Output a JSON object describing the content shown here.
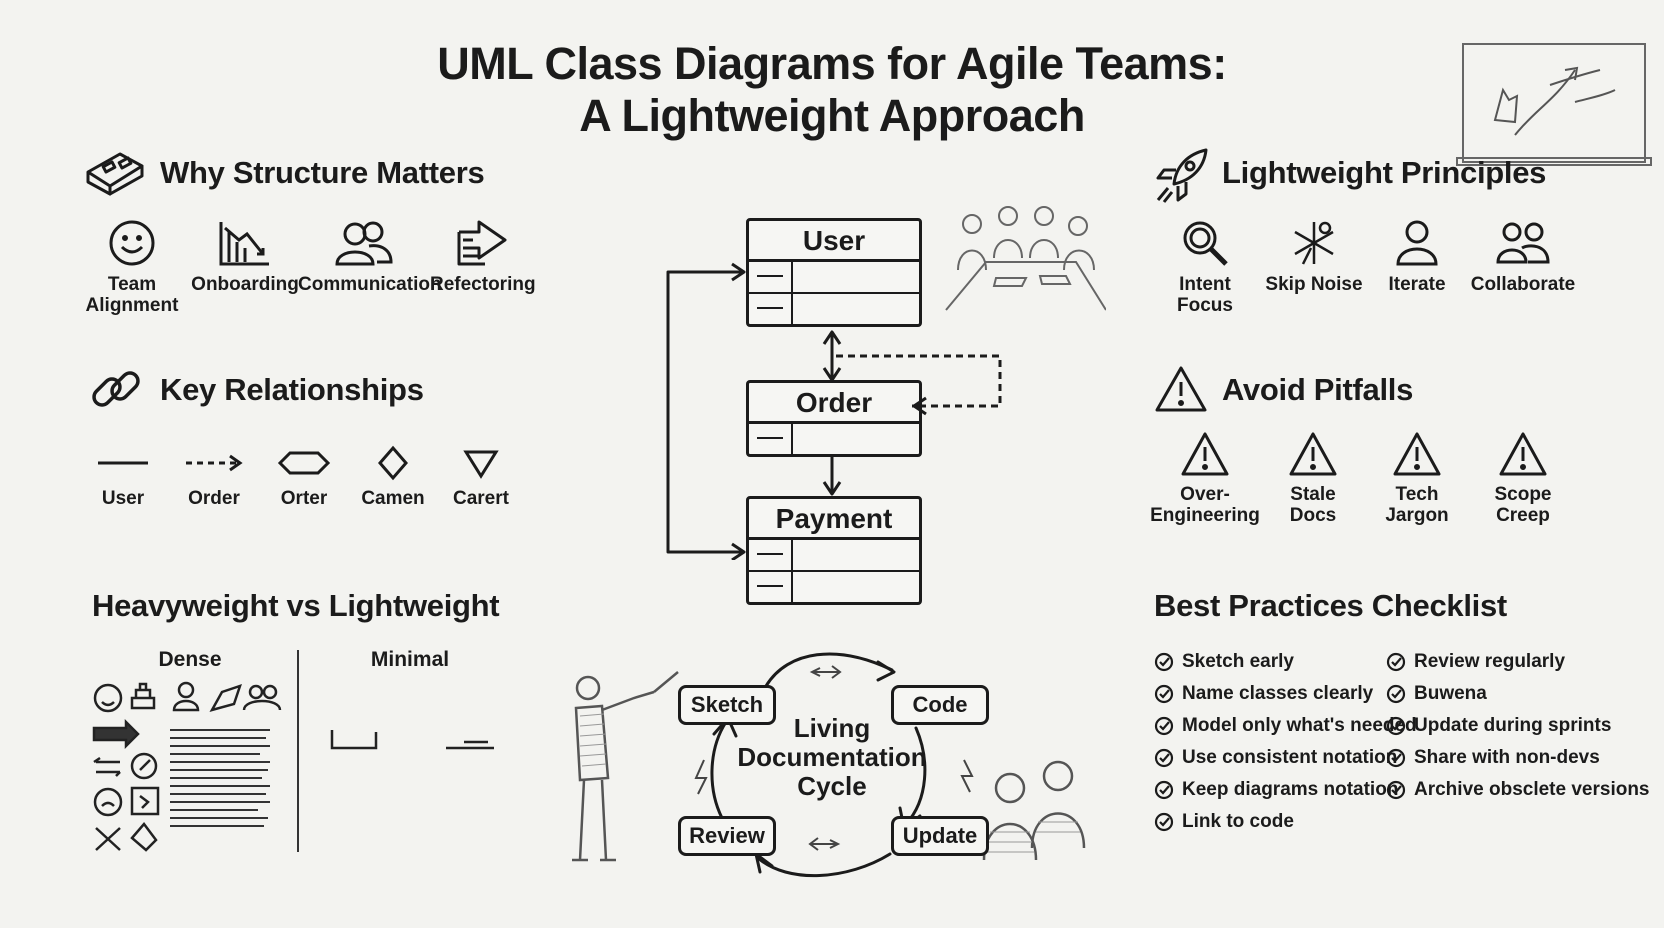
{
  "title": {
    "line1": "UML Class Diagrams for Agile Teams:",
    "line2": "A Lightweight Approach"
  },
  "why_structure": {
    "heading": "Why Structure Matters",
    "heading_icon": "brick-icon",
    "items": [
      {
        "label": "Team Alignment",
        "icon": "smiley-icon"
      },
      {
        "label": "Onboarding",
        "icon": "chart-icon"
      },
      {
        "label": "Communication",
        "icon": "people-icon"
      },
      {
        "label": "Refectoring",
        "icon": "refactor-icon"
      }
    ]
  },
  "key_relationships": {
    "heading": "Key Relationships",
    "heading_icon": "chain-link-icon",
    "items": [
      {
        "label": "User",
        "icon": "solid-line-icon"
      },
      {
        "label": "Order",
        "icon": "dashed-arrow-icon"
      },
      {
        "label": "Orter",
        "icon": "hexagon-icon"
      },
      {
        "label": "Camen",
        "icon": "diamond-icon"
      },
      {
        "label": "Carert",
        "icon": "triangle-icon"
      }
    ]
  },
  "heavy_vs_light": {
    "heading": "Heavyweight vs Lightweight",
    "left_label": "Dense",
    "right_label": "Minimal"
  },
  "class_diagram": {
    "classes": [
      {
        "name": "User"
      },
      {
        "name": "Order"
      },
      {
        "name": "Payment"
      }
    ]
  },
  "cycle": {
    "center": [
      "Living",
      "Documentation",
      "Cycle"
    ],
    "nodes": [
      "Sketch",
      "Code",
      "Update",
      "Review"
    ]
  },
  "lightweight_principles": {
    "heading": "Lightweight Principles",
    "heading_icon": "rocket-icon",
    "items": [
      {
        "label": "Intent Focus",
        "icon": "magnifier-icon"
      },
      {
        "label": "Skip Noise",
        "icon": "scatter-icon"
      },
      {
        "label": "Iterate",
        "icon": "person-icon"
      },
      {
        "label": "Collaborate",
        "icon": "group-icon"
      }
    ]
  },
  "avoid_pitfalls": {
    "heading": "Avoid Pitfalls",
    "heading_icon": "warning-icon",
    "items": [
      {
        "label": "Over-Engineering",
        "icon": "warning-icon"
      },
      {
        "label": "Stale Docs",
        "icon": "warning-icon"
      },
      {
        "label": "Tech Jargon",
        "icon": "warning-icon"
      },
      {
        "label": "Scope Creep",
        "icon": "warning-icon"
      }
    ]
  },
  "best_practices": {
    "heading": "Best Practices Checklist",
    "left": [
      "Sketch early",
      "Name classes clearly",
      "Model only what's needed",
      "Use consistent notation",
      "Keep diagrams notation",
      "Link to code"
    ],
    "right": [
      "Review regularly",
      "Buwena",
      "Update during sprints",
      "Share with non-devs",
      "Archive obsclete versions"
    ]
  }
}
